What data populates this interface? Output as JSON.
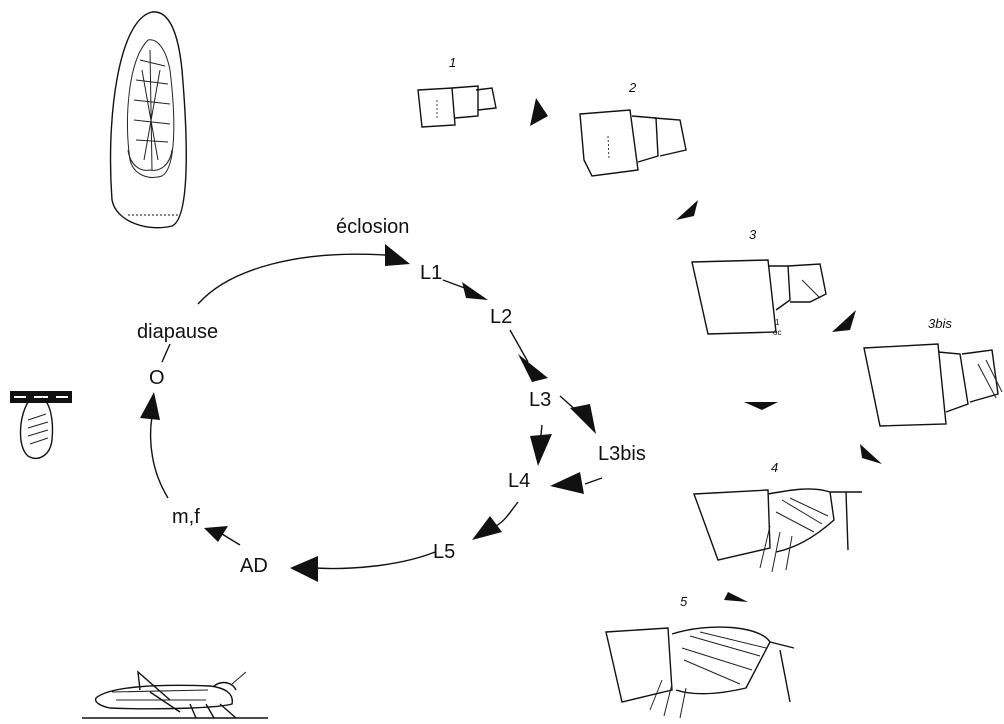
{
  "cycle": {
    "hatching": "éclosion",
    "stages": [
      "L1",
      "L2",
      "L3",
      "L3bis",
      "L4",
      "L5"
    ],
    "adult": "AD",
    "sexes": "m,f",
    "egg": "O",
    "diapause": "diapause"
  },
  "sketches": {
    "labels": [
      "1",
      "2",
      "3",
      "3bis",
      "4",
      "5"
    ],
    "tiny_mark": "1",
    "tiny_mark_sub": "oc"
  }
}
